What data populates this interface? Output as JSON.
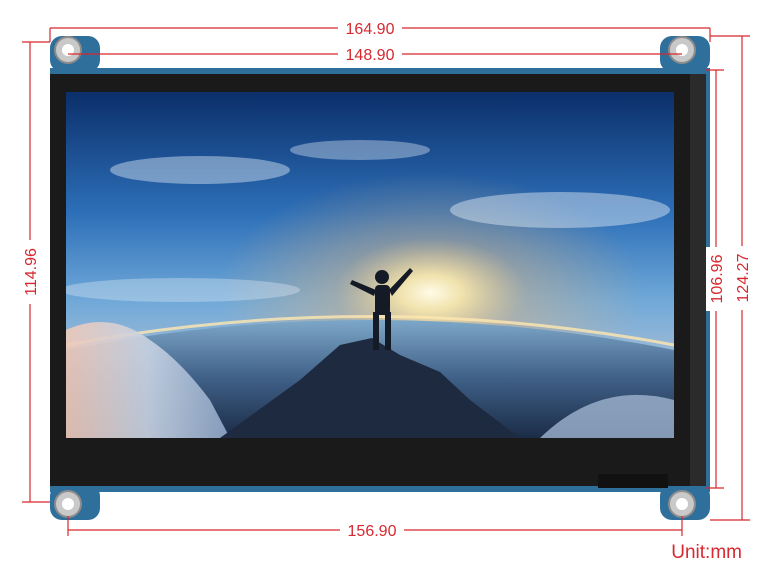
{
  "dimensions": {
    "top_outer": "164.90",
    "top_inner": "148.90",
    "left_height": "114.96",
    "right_inner_height": "106.96",
    "right_outer_height": "124.27",
    "bottom_width": "156.90"
  },
  "unit_label": "Unit:mm",
  "colors": {
    "dimension": "#d7282f",
    "pcb": "#2f6f9b",
    "bezel": "#1a1a1a",
    "mount_hole": "#c9c9c9"
  }
}
